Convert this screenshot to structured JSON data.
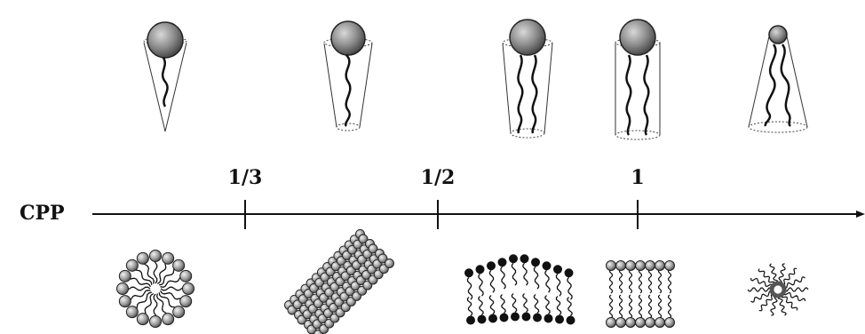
{
  "axis": {
    "label": "CPP",
    "ticks": [
      "1/3",
      "1/2",
      "1"
    ]
  },
  "shapes": [
    "cone-surfactant",
    "truncated-cone-surfactant",
    "wide-truncated-cone-surfactant",
    "cylinder-surfactant",
    "inverted-cone-surfactant"
  ],
  "structures": [
    "spherical-micelle",
    "cylindrical-micelle",
    "flexible-bilayer",
    "planar-bilayer",
    "inverted-micelle"
  ],
  "colors": {
    "ink": "#111111",
    "head": "#777777"
  }
}
